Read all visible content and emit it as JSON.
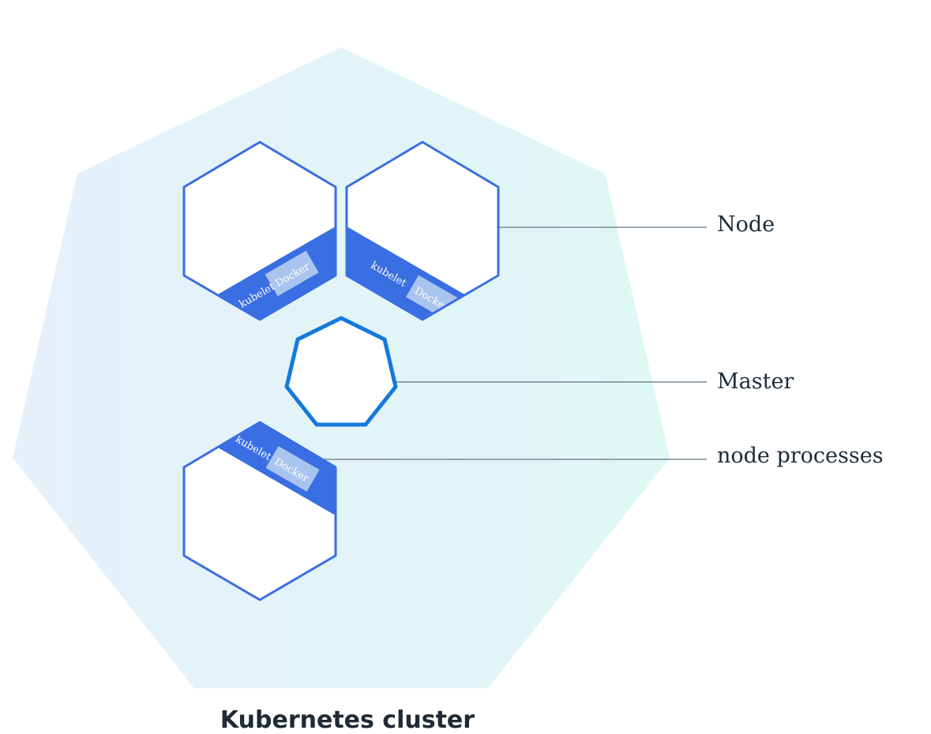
{
  "diagram": {
    "title": "Kubernetes cluster",
    "callouts": {
      "node": "Node",
      "master": "Master",
      "node_processes": "node processes"
    },
    "process_labels": {
      "kubelet": "kubelet",
      "docker": "Docker"
    },
    "colors": {
      "cluster_fill_left": "#e6f0fb",
      "cluster_fill_right": "#def8f4",
      "node_stroke": "#3a6ee3",
      "node_band": "#3a6ee3",
      "docker_box": "#a9c4ee",
      "master_stroke": "#1479dd",
      "leader_line": "#7c8894",
      "title_text": "#1f2a36"
    }
  }
}
